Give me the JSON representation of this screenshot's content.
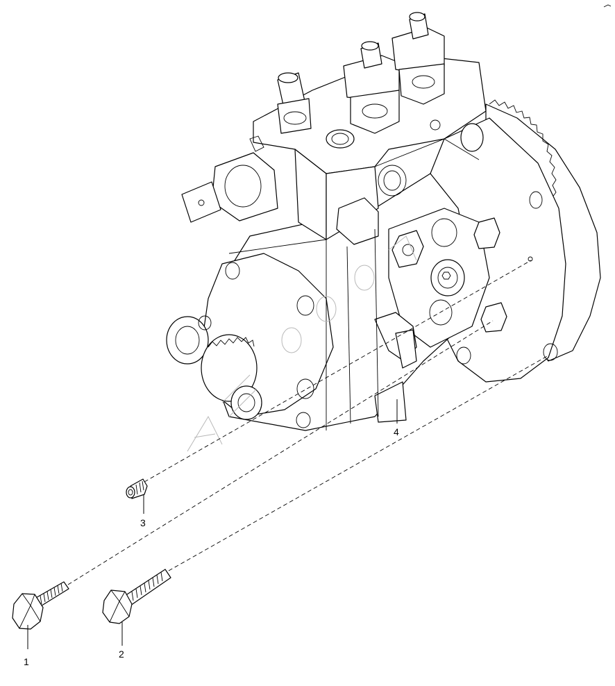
{
  "diagram": {
    "callouts": [
      {
        "id": "1",
        "label": "1"
      },
      {
        "id": "2",
        "label": "2"
      },
      {
        "id": "3",
        "label": "3"
      },
      {
        "id": "4",
        "label": "4"
      }
    ],
    "parts": [
      {
        "callout": "1",
        "icon": "hex-bolt-icon"
      },
      {
        "callout": "2",
        "icon": "hex-bolt-icon"
      },
      {
        "callout": "3",
        "icon": "socket-set-screw-icon"
      },
      {
        "callout": "4",
        "icon": "fuel-injection-pump-icon"
      }
    ],
    "colors": {
      "line": "#000000",
      "background": "#ffffff",
      "watermark": "#b8b8b8"
    }
  }
}
